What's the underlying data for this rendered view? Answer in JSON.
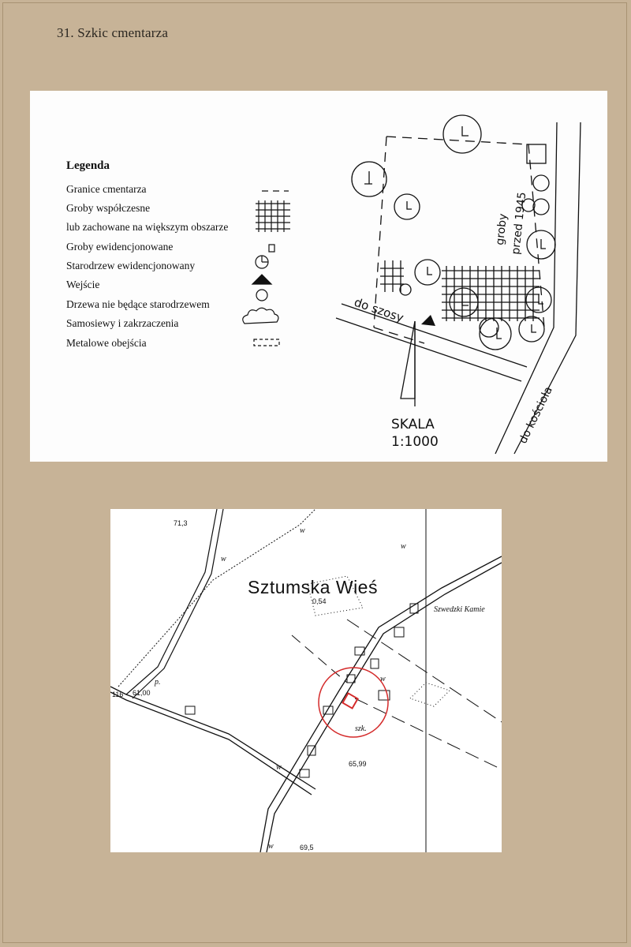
{
  "page": {
    "title": "31. Szkic cmentarza"
  },
  "legend": {
    "title": "Legenda",
    "items": [
      "Granice cmentarza",
      "Groby współczesne",
      "lub zachowane na większym obszarze",
      "Groby ewidencjonowane",
      "Starodrzew ewidencjonowany",
      "Wejście",
      "Drzewa nie będące starodrzewem",
      "Samosiewy i zakrzaczenia",
      "Metalowe obejścia"
    ]
  },
  "sketch": {
    "to_road": "do szosy",
    "to_church": "do kościoła",
    "old_graves_line1": "groby",
    "old_graves_line2": "przed 1945",
    "scale_label": "SKALA",
    "scale_value": "1:1000"
  },
  "map": {
    "village": "Sztumska Wieś",
    "neighbor": "Szwedzki Kamie",
    "elevations": [
      "71,3",
      "0,54",
      "61,00",
      "65,99",
      "69,5"
    ],
    "edge_number": "116",
    "p_mark": "p.",
    "cemetery_abbr": "szk.",
    "w_marks": [
      "w",
      "w",
      "w",
      "w",
      "w",
      "w"
    ]
  },
  "colors": {
    "paper": "#c7b397",
    "sheet": "#fdfdfd",
    "ink": "#111111",
    "highlight": "#d42a2a"
  }
}
